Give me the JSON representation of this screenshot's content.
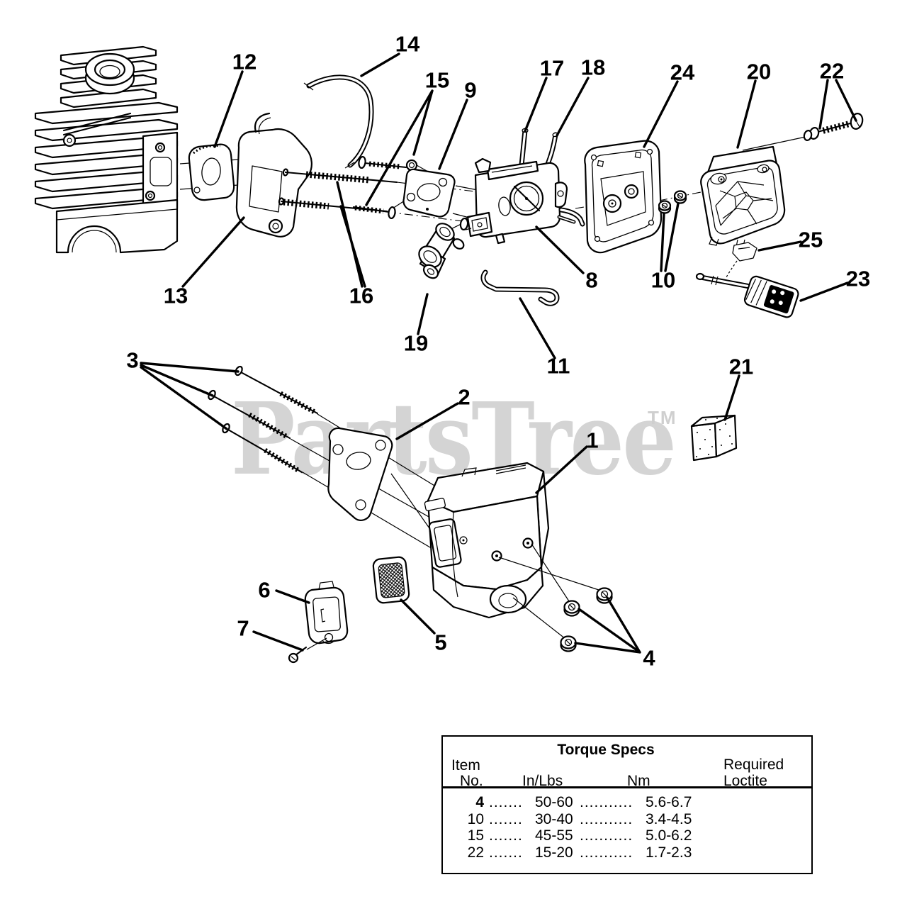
{
  "colors": {
    "background": "#ffffff",
    "line": "#000000",
    "watermark": "#d4d4d4"
  },
  "watermark": {
    "text": "PartsTree",
    "tm": "TM"
  },
  "diagram": {
    "description": "Exploded parts view: cylinder, carburetor, air filter and muffler group",
    "callouts": {
      "c1": "1",
      "c2": "2",
      "c3": "3",
      "c4": "4",
      "c5": "5",
      "c6": "6",
      "c7": "7",
      "c8": "8",
      "c9": "9",
      "c10": "10",
      "c11": "11",
      "c12": "12",
      "c13": "13",
      "c14": "14",
      "c15": "15",
      "c16": "16",
      "c17": "17",
      "c18": "18",
      "c19": "19",
      "c20": "20",
      "c21": "21",
      "c22": "22",
      "c23": "23",
      "c24": "24",
      "c25": "25"
    }
  },
  "torque_table": {
    "title": "Torque Specs",
    "headers": {
      "item_line1": "Item",
      "item_line2": "No.",
      "inlbs": "In/Lbs",
      "nm": "Nm",
      "required_line1": "Required",
      "required_line2": "Loctite"
    },
    "rows": [
      {
        "item": "4",
        "dots1": ".......",
        "inlbs": "50-60",
        "dots2": "...........",
        "nm": "5.6-6.7",
        "loctite": ""
      },
      {
        "item": "10",
        "dots1": ".......",
        "inlbs": "30-40",
        "dots2": "...........",
        "nm": "3.4-4.5",
        "loctite": ""
      },
      {
        "item": "15",
        "dots1": ".......",
        "inlbs": "45-55",
        "dots2": "...........",
        "nm": "5.0-6.2",
        "loctite": ""
      },
      {
        "item": "22",
        "dots1": ".......",
        "inlbs": "15-20",
        "dots2": "...........",
        "nm": "1.7-2.3",
        "loctite": ""
      }
    ]
  }
}
